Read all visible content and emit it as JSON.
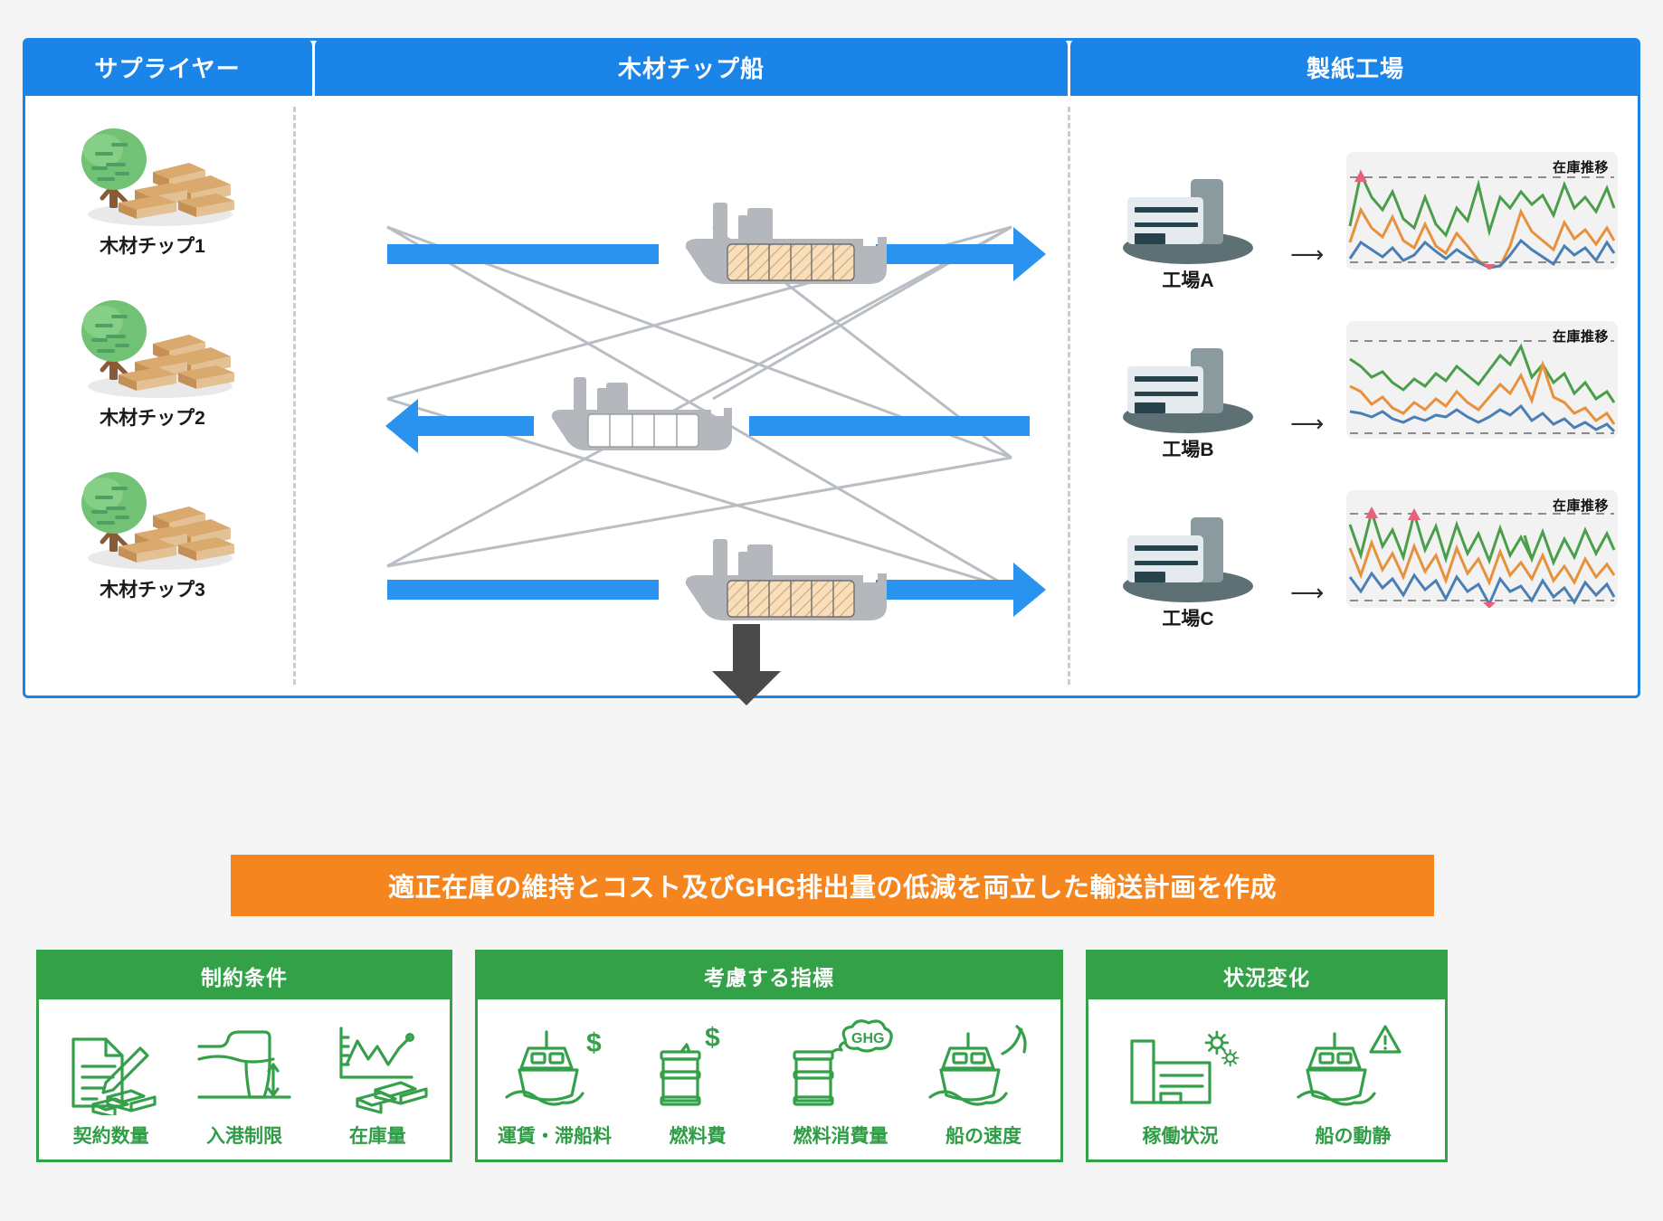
{
  "colors": {
    "blue": "#1a84e8",
    "blue_bar": "#2a92ef",
    "orange": "#f5851f",
    "green": "#33a147",
    "green_text": "#2f9d45",
    "gray_arrow": "#4a4a4a",
    "line_green": "#4a9e4a",
    "line_orange": "#e8913c",
    "line_blue": "#4a7fb5",
    "marker_red": "#e8607a",
    "chart_bg": "#f2f2f2",
    "dashed_gray": "#c9ccd1"
  },
  "diagram": {
    "headers": [
      {
        "label": "サプライヤー"
      },
      {
        "label": "木材チップ船"
      },
      {
        "label": "製紙工場"
      }
    ],
    "suppliers": [
      {
        "label": "木材チップ1",
        "icon": "tree-lumber-icon"
      },
      {
        "label": "木材チップ2",
        "icon": "tree-lumber-icon"
      },
      {
        "label": "木材チップ3",
        "icon": "tree-lumber-icon"
      }
    ],
    "ships": [
      {
        "name": "ship-loaded-top",
        "loaded": true,
        "direction": "right",
        "holds": 6
      },
      {
        "name": "ship-empty-middle",
        "loaded": false,
        "direction": "left",
        "holds": 5
      },
      {
        "name": "ship-loaded-bottom",
        "loaded": true,
        "direction": "right",
        "holds": 6
      }
    ],
    "factories": [
      {
        "label": "工場A",
        "icon": "factory-icon",
        "chart_title": "在庫推移"
      },
      {
        "label": "工場B",
        "icon": "factory-icon",
        "chart_title": "在庫推移"
      },
      {
        "label": "工場C",
        "icon": "factory-icon",
        "chart_title": "在庫推移"
      }
    ]
  },
  "flow_arrow": {
    "name": "down-arrow-icon"
  },
  "banner": {
    "text": "適正在庫の維持とコスト及びGHG排出量の低減を両立した輸送計画を作成"
  },
  "panels": [
    {
      "title": "制約条件",
      "items": [
        {
          "label": "契約数量",
          "icon": "contract-document-lumber-icon"
        },
        {
          "label": "入港制限",
          "icon": "port-depth-restriction-icon"
        },
        {
          "label": "在庫量",
          "icon": "inventory-chart-lumber-icon"
        }
      ]
    },
    {
      "title": "考慮する指標",
      "items": [
        {
          "label": "運賃・滞船料",
          "icon": "ship-dollar-icon"
        },
        {
          "label": "燃料費",
          "icon": "fuel-drum-dollar-icon"
        },
        {
          "label": "燃料消費量",
          "icon": "fuel-drum-ghg-icon",
          "badge": "GHG"
        },
        {
          "label": "船の速度",
          "icon": "ship-speed-gauge-icon"
        }
      ]
    },
    {
      "title": "状況変化",
      "items": [
        {
          "label": "稼働状況",
          "icon": "factory-gears-icon"
        },
        {
          "label": "船の動静",
          "icon": "ship-alert-icon"
        }
      ]
    }
  ],
  "chart_data": {
    "type": "line",
    "title": "在庫推移",
    "xlabel": "",
    "ylabel": "",
    "grid": false,
    "legend": "none",
    "annotations": [
      "upper-bound-dashed",
      "lower-bound-dashed"
    ],
    "charts": [
      {
        "factory": "工場A",
        "upper_bound": 88,
        "lower_bound": 8,
        "series": [
          {
            "name": "green",
            "color": "#4a9e4a",
            "values": [
              52,
              92,
              72,
              60,
              78,
              55,
              48,
              72,
              50,
              40,
              62,
              52,
              82,
              44,
              72,
              62,
              78,
              66,
              74,
              56,
              82,
              64,
              72,
              58,
              80,
              64
            ]
          },
          {
            "name": "orange",
            "color": "#e8913c",
            "values": [
              36,
              68,
              50,
              40,
              58,
              38,
              30,
              52,
              32,
              24,
              44,
              32,
              18,
              10,
              12,
              30,
              62,
              44,
              36,
              28,
              54,
              40,
              48,
              34,
              50,
              38
            ]
          },
          {
            "name": "blue",
            "color": "#4a7fb5",
            "values": [
              14,
              36,
              26,
              18,
              30,
              14,
              20,
              34,
              22,
              14,
              26,
              18,
              10,
              4,
              12,
              22,
              38,
              26,
              18,
              10,
              32,
              20,
              28,
              16,
              34,
              22
            ]
          }
        ],
        "exceed_markers": [
          {
            "x": 1,
            "y": 88
          },
          {
            "x": 13,
            "y": 6
          }
        ]
      },
      {
        "factory": "工場B",
        "upper_bound": 90,
        "lower_bound": 6,
        "series": [
          {
            "name": "green",
            "color": "#4a9e4a",
            "values": [
              74,
              68,
              58,
              62,
              52,
              46,
              56,
              50,
              60,
              54,
              66,
              58,
              50,
              62,
              72,
              64,
              78,
              56,
              66,
              52,
              60,
              44,
              52,
              40,
              46,
              38
            ]
          },
          {
            "name": "orange",
            "color": "#e8913c",
            "values": [
              50,
              46,
              34,
              40,
              30,
              26,
              36,
              30,
              38,
              32,
              44,
              36,
              30,
              40,
              50,
              42,
              56,
              34,
              62,
              40,
              36,
              26,
              30,
              20,
              26,
              18
            ]
          },
          {
            "name": "blue",
            "color": "#4a7fb5",
            "values": [
              24,
              22,
              20,
              24,
              18,
              16,
              20,
              18,
              22,
              20,
              26,
              20,
              16,
              20,
              26,
              22,
              28,
              18,
              24,
              16,
              20,
              14,
              18,
              12,
              16,
              10
            ]
          }
        ],
        "exceed_markers": []
      },
      {
        "factory": "工場C",
        "upper_bound": 86,
        "lower_bound": 8,
        "series": [
          {
            "name": "green",
            "color": "#4a9e4a",
            "values": [
              80,
              56,
              88,
              62,
              76,
              54,
              86,
              60,
              74,
              52,
              80,
              58,
              72,
              50,
              78,
              56,
              70,
              54,
              76,
              52,
              68,
              50,
              74,
              56,
              70,
              58
            ]
          },
          {
            "name": "orange",
            "color": "#e8913c",
            "values": [
              60,
              38,
              66,
              44,
              56,
              36,
              64,
              42,
              54,
              34,
              60,
              40,
              52,
              32,
              58,
              38,
              50,
              34,
              56,
              34,
              48,
              32,
              54,
              36,
              50,
              38
            ]
          },
          {
            "name": "blue",
            "color": "#4a7fb5",
            "values": [
              30,
              18,
              34,
              22,
              28,
              16,
              32,
              20,
              26,
              14,
              30,
              18,
              24,
              10,
              28,
              18,
              22,
              12,
              26,
              14,
              20,
              10,
              24,
              16,
              22,
              14
            ]
          }
        ],
        "exceed_markers": [
          {
            "x": 2,
            "y": 88
          },
          {
            "x": 6,
            "y": 86
          },
          {
            "x": 13,
            "y": 6
          }
        ]
      }
    ]
  }
}
